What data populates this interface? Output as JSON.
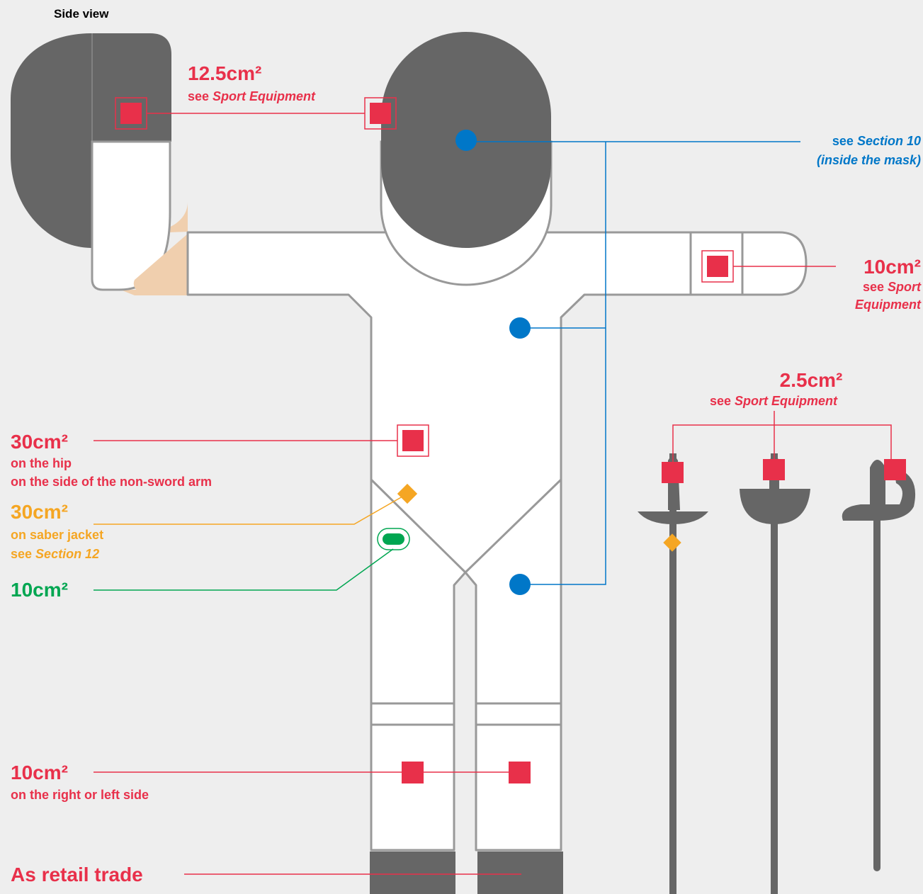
{
  "side_view_label": "Side view",
  "colors": {
    "red": "#e8304a",
    "blue": "#0077c8",
    "orange": "#f5a623",
    "green": "#00a651",
    "dark_grey": "#666666",
    "outline_grey": "#999999",
    "skin": "#f0cfae",
    "background": "#eeeeee"
  },
  "callouts": {
    "mask_logo": {
      "size": "12.5cm²",
      "see": "see ",
      "ref": "Sport Equipment"
    },
    "inside_mask": {
      "see": "see ",
      "ref": "Section 10",
      "line2": "(inside the mask)"
    },
    "arm_logo": {
      "size": "10cm²",
      "see": "see ",
      "ref": "Sport",
      "line3": "Equipment"
    },
    "weapon_logo": {
      "size": "2.5cm²",
      "see": "see ",
      "ref": "Sport Equipment"
    },
    "hip_logo": {
      "size": "30cm²",
      "line1": "on the hip",
      "line2": "on the side of the non-sword arm"
    },
    "saber_jacket": {
      "size": "30cm²",
      "line1": "on saber jacket",
      "see": "see ",
      "ref": "Section 12"
    },
    "green_mark": {
      "size": "10cm²"
    },
    "leg_logo": {
      "size": "10cm²",
      "line1": "on the right or left side"
    },
    "socks": {
      "label": "As retail trade"
    }
  }
}
